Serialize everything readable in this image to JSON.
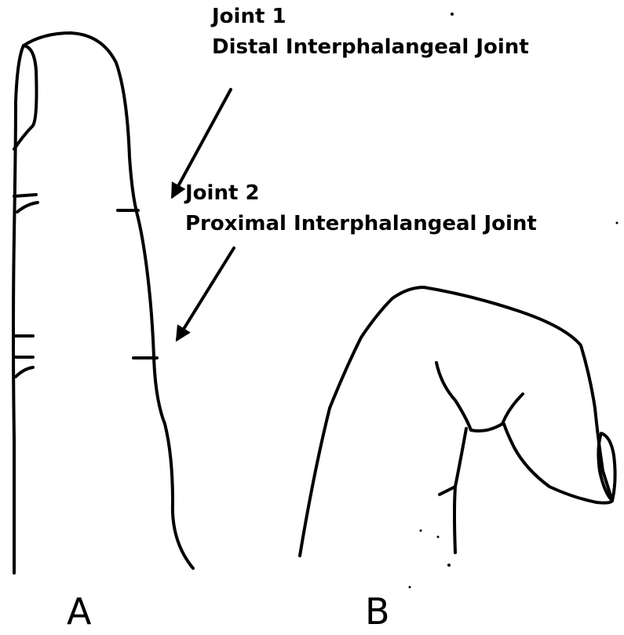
{
  "annotations": {
    "joint1": {
      "title": "Joint 1",
      "name": "Distal Interphalangeal Joint"
    },
    "joint2": {
      "title": "Joint 2",
      "name": "Proximal Interphalangeal Joint"
    }
  },
  "panels": {
    "a": {
      "label": "A"
    },
    "b": {
      "label": "B"
    }
  }
}
